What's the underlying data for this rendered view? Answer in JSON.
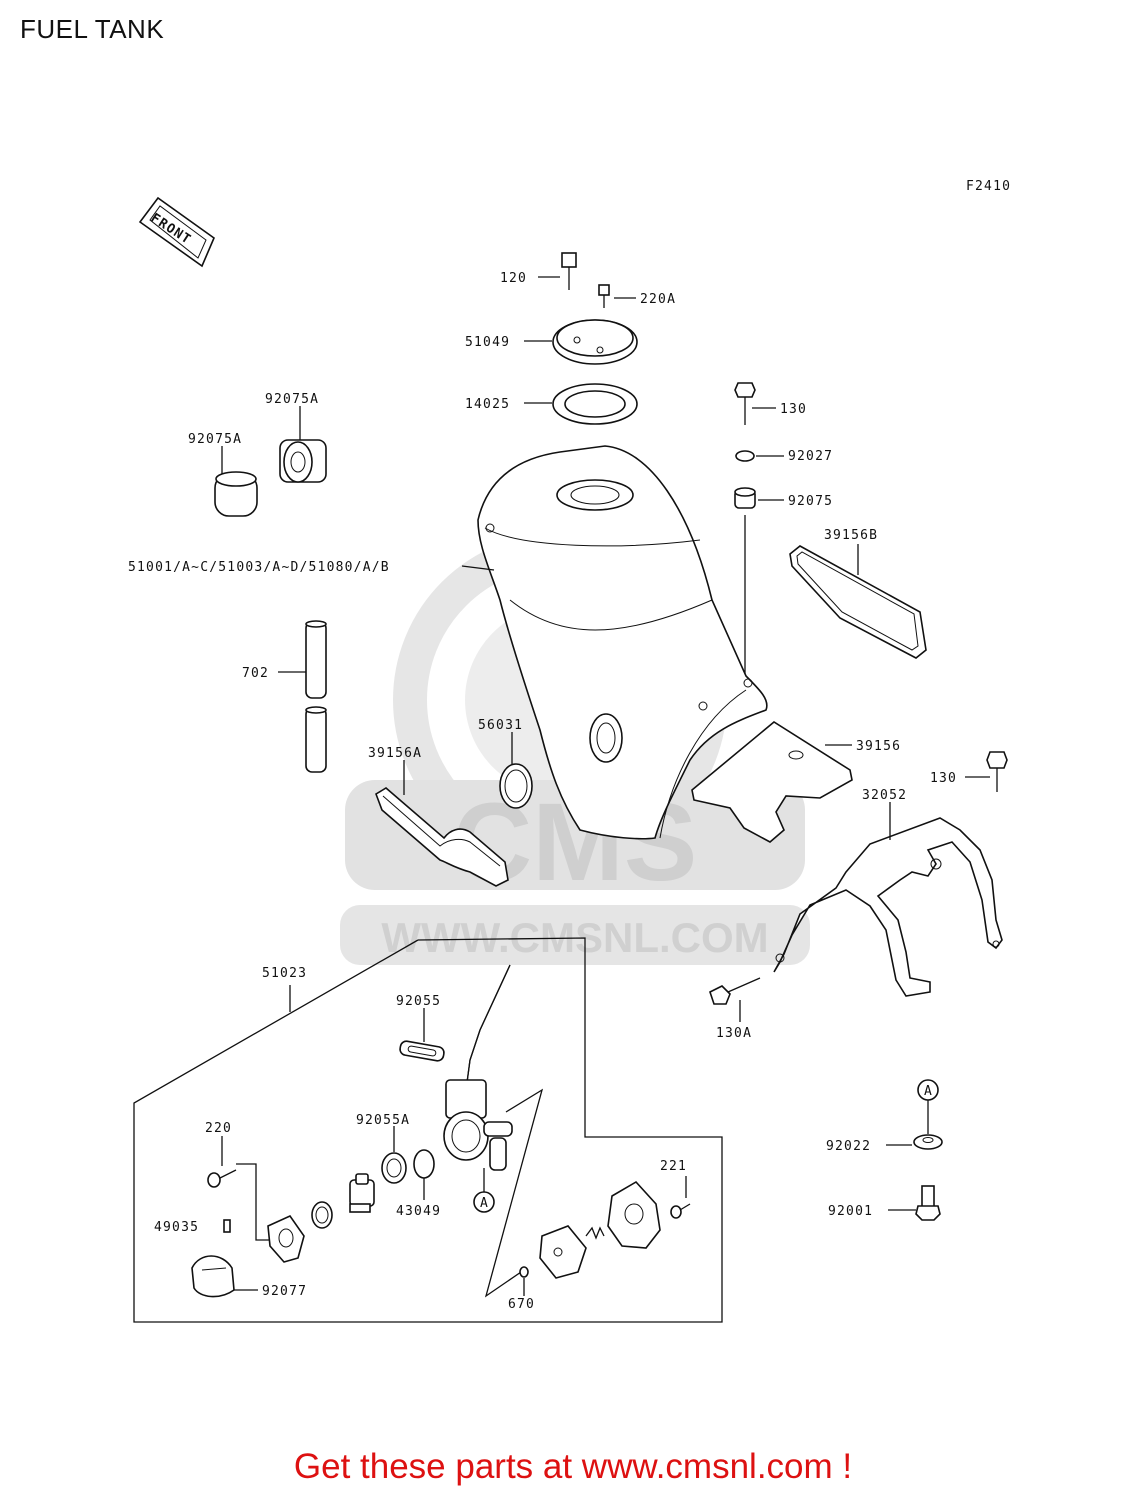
{
  "page": {
    "title": "FUEL TANK",
    "figure_code": "F2410",
    "direction_marker": "FRONT",
    "footer": "Get these parts at www.cmsnl.com !",
    "watermark": {
      "brand": "CMS",
      "url": "WWW.CMSNL.COM"
    }
  },
  "parts": {
    "p120": "120",
    "p220a": "220A",
    "p51049": "51049",
    "p14025": "14025",
    "p130_top": "130",
    "p92027": "92027",
    "p92075": "92075",
    "p92075a_top": "92075A",
    "p92075a_left": "92075A",
    "p39156b": "39156B",
    "p51001": "51001/A~C/51003/A~D/51080/A/B",
    "p702": "702",
    "p56031": "56031",
    "p39156a": "39156A",
    "p39156": "39156",
    "p130_right": "130",
    "p32052": "32052",
    "p51023": "51023",
    "p92055": "92055",
    "p130a": "130A",
    "p220": "220",
    "p92055a": "92055A",
    "p221": "221",
    "p92022": "92022",
    "p49035": "49035",
    "p43049": "43049",
    "p92001": "92001",
    "p92077": "92077",
    "p670": "670",
    "ref_a1": "A",
    "ref_a2": "A"
  },
  "colors": {
    "footer": "#dd1111",
    "lines": "#111111",
    "watermark": "#e3e3e3"
  }
}
